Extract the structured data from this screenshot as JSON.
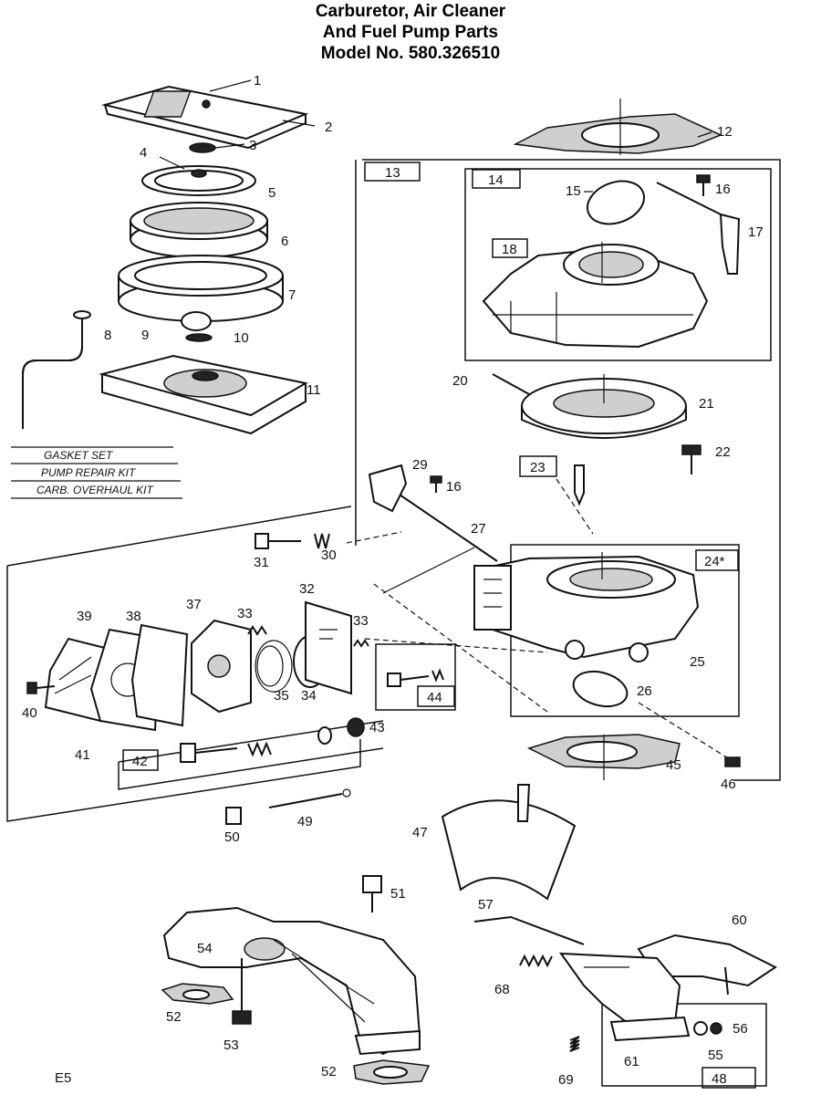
{
  "header": {
    "line1": "Carburetor, Air Cleaner",
    "line2": "And Fuel Pump Parts",
    "line3": "Model No. 580.326510"
  },
  "kits": {
    "gasket_set": "GASKET SET",
    "pump_repair_kit": "PUMP REPAIR KIT",
    "carb_overhaul_kit": "CARB. OVERHAUL KIT"
  },
  "boxed_refs": {
    "b13": "13",
    "b14": "14",
    "b18": "18",
    "b23": "23",
    "b24": "24*",
    "b42": "42",
    "b44": "44",
    "b48": "48"
  },
  "callouts": {
    "p1": "1",
    "p2": "2",
    "p3": "3",
    "p4": "4",
    "p5": "5",
    "p6": "6",
    "p7": "7",
    "p8": "8",
    "p9": "9",
    "p10": "10",
    "p11": "11",
    "p12": "12",
    "p15": "15",
    "p16a": "16",
    "p16b": "16",
    "p17": "17",
    "p20": "20",
    "p21": "21",
    "p22": "22",
    "p25": "25",
    "p26": "26",
    "p27": "27",
    "p29": "29",
    "p30": "30",
    "p31": "31",
    "p32": "32",
    "p33a": "33",
    "p33b": "33",
    "p34": "34",
    "p35": "35",
    "p37": "37",
    "p38": "38",
    "p39": "39",
    "p40": "40",
    "p41": "41",
    "p43": "43",
    "p45": "45",
    "p46": "46",
    "p47": "47",
    "p49": "49",
    "p50": "50",
    "p51": "51",
    "p52a": "52",
    "p52b": "52",
    "p53": "53",
    "p54": "54",
    "p55": "55",
    "p56": "56",
    "p57": "57",
    "p60": "60",
    "p61": "61",
    "p68": "68",
    "p69": "69"
  },
  "footer": {
    "page_code": "E5"
  }
}
